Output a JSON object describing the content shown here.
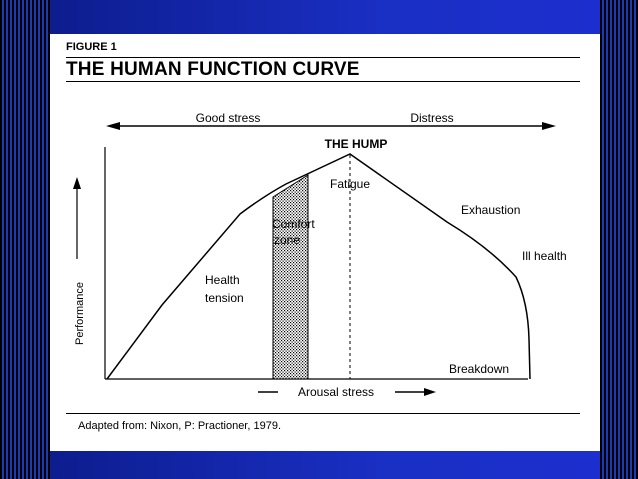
{
  "figure": {
    "label": "FIGURE 1",
    "title": "THE HUMAN FUNCTION CURVE",
    "caption": "Adapted from: Nixon, P: Practioner, 1979."
  },
  "diagram": {
    "top_left_label": "Good stress",
    "top_right_label": "Distress",
    "peak_label": "THE HUMP",
    "y_axis_label": "Performance",
    "x_axis_label": "Arousal stress",
    "zone_label_line1": "Comfort",
    "zone_label_line2": "zone",
    "fatigue_label": "Fatigue",
    "exhaustion_label": "Exhaustion",
    "ill_health_label": "Ill health",
    "health_label_line1": "Health",
    "health_label_line2": "tension",
    "breakdown_label": "Breakdown"
  }
}
